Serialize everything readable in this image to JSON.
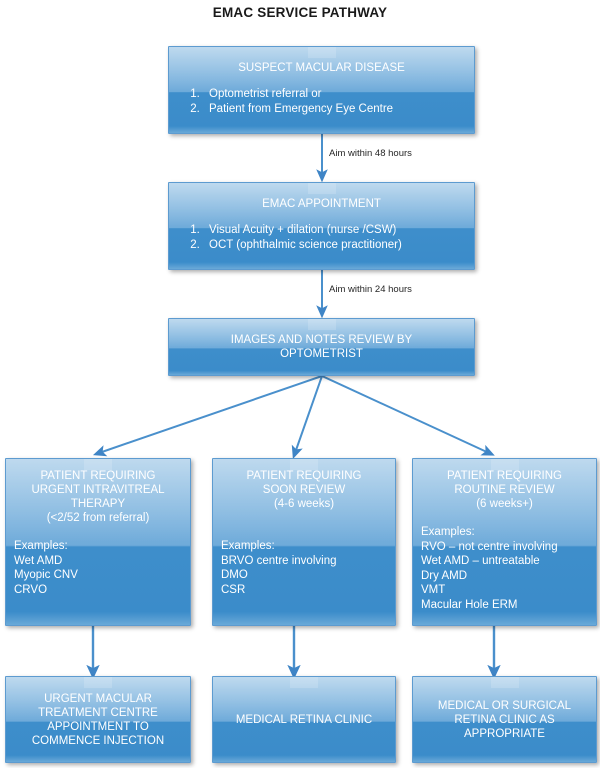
{
  "page": {
    "title": "EMAC SERVICE PATHWAY",
    "background_color": "#ffffff",
    "box_fill_top": "#a5cbe8",
    "box_fill_bottom": "#3b8cca",
    "box_border_color": "#5d9bd0",
    "box_text_color": "#ffffff",
    "arrow_color": "#3f85c6",
    "title_color": "#1a1a1a"
  },
  "flow": {
    "step1": {
      "heading": "SUSPECT MACULAR DISEASE",
      "items": [
        "Optometrist referral or",
        "Patient from Emergency Eye Centre"
      ]
    },
    "connector1": {
      "label": "Aim within 48 hours"
    },
    "step2": {
      "heading": "EMAC APPOINTMENT",
      "items": [
        "Visual Acuity + dilation (nurse /CSW)",
        "OCT (ophthalmic science practitioner)"
      ]
    },
    "connector2": {
      "label": "Aim within 24 hours"
    },
    "step3": {
      "heading_line1": "IMAGES AND NOTES REVIEW BY",
      "heading_line2": "OPTOMETRIST"
    },
    "branches": [
      {
        "heading_line1": "PATIENT REQUIRING",
        "heading_line2": "URGENT INTRAVITREAL",
        "heading_line3": "THERAPY",
        "timeframe": "(<2/52 from referral)",
        "examples_label": "Examples:",
        "examples": [
          "Wet AMD",
          "Myopic CNV",
          "CRVO"
        ],
        "outcome_lines": [
          "URGENT MACULAR",
          "TREATMENT CENTRE",
          "APPOINTMENT TO",
          "COMMENCE INJECTION"
        ]
      },
      {
        "heading_line1": "PATIENT REQUIRING",
        "heading_line2": "SOON REVIEW",
        "heading_line3": "",
        "timeframe": "(4-6 weeks)",
        "examples_label": "Examples:",
        "examples": [
          "BRVO centre involving",
          "DMO",
          "CSR"
        ],
        "outcome_lines": [
          "MEDICAL RETINA CLINIC"
        ]
      },
      {
        "heading_line1": "PATIENT REQUIRING",
        "heading_line2": "ROUTINE REVIEW",
        "heading_line3": "",
        "timeframe": "(6 weeks+)",
        "examples_label": "Examples:",
        "examples": [
          "RVO – not centre involving",
          "Wet AMD – untreatable",
          "Dry AMD",
          "VMT",
          "Macular Hole ERM"
        ],
        "outcome_lines": [
          "MEDICAL OR SURGICAL",
          "RETINA CLINIC AS",
          "APPROPRIATE"
        ]
      }
    ]
  }
}
